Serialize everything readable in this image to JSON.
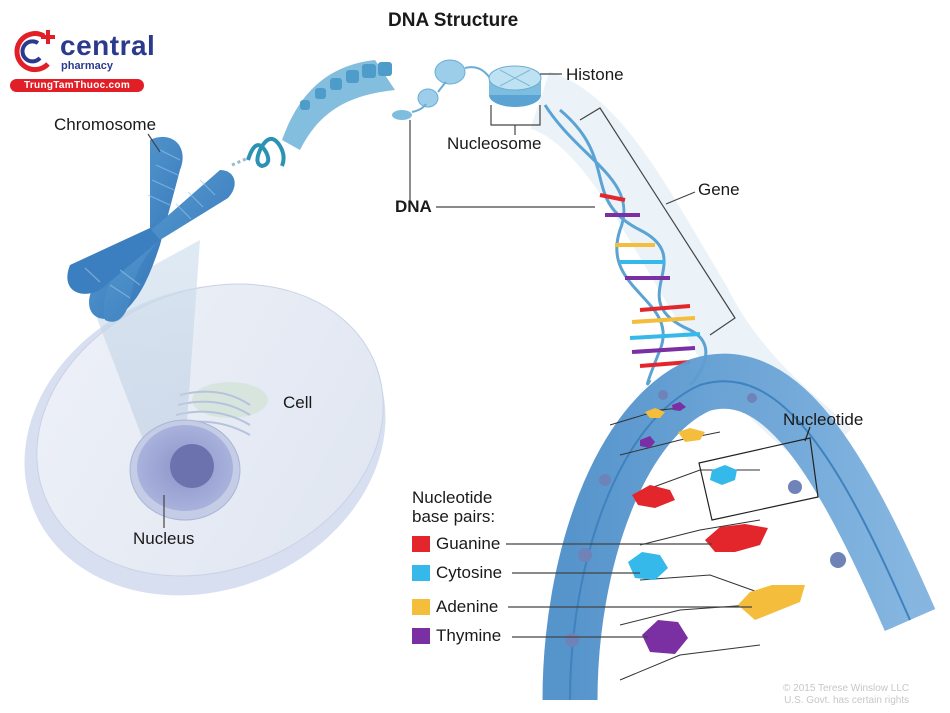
{
  "title": "DNA Structure",
  "logo": {
    "brand": "central",
    "subtitle": "pharmacy",
    "url_pill": "TrungTamThuoc.com",
    "colors": {
      "red": "#e21f26",
      "navy": "#2b3a8c"
    }
  },
  "labels": {
    "chromosome": "Chromosome",
    "histone": "Histone",
    "nucleosome": "Nucleosome",
    "dna": "DNA",
    "gene": "Gene",
    "cell": "Cell",
    "nucleus": "Nucleus",
    "nucleotide": "Nucleotide"
  },
  "legend": {
    "heading_line1": "Nucleotide",
    "heading_line2": "base pairs:",
    "items": [
      {
        "name": "Guanine",
        "color": "#e3262b"
      },
      {
        "name": "Cytosine",
        "color": "#35b9ea"
      },
      {
        "name": "Adenine",
        "color": "#f4bd3c"
      },
      {
        "name": "Thymine",
        "color": "#7a2fa3"
      }
    ]
  },
  "copyright": {
    "line1": "© 2015 Terese Winslow LLC",
    "line2": "U.S. Govt. has certain rights"
  }
}
